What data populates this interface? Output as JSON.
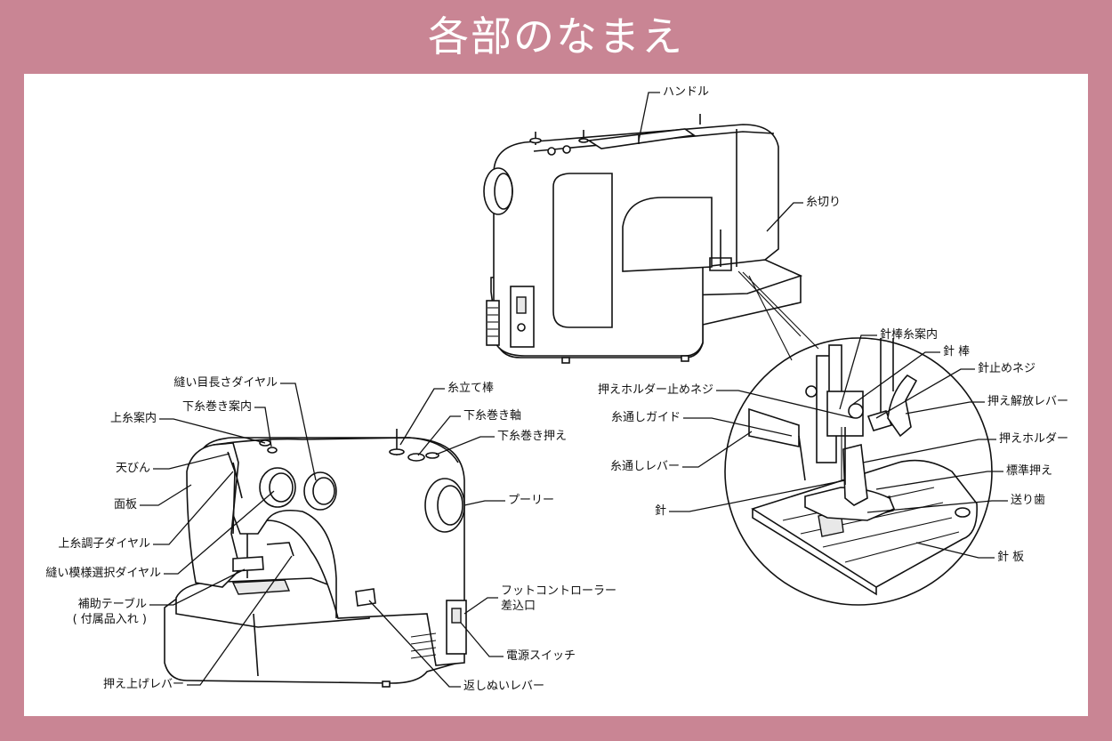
{
  "title": "各部のなまえ",
  "colors": {
    "frame": "#c98594",
    "panel": "#ffffff",
    "ink": "#111111"
  },
  "labels": {
    "handle": "ハンドル",
    "thread_cutter": "糸切り",
    "needle_bar_thread_guide": "針棒糸案内",
    "needle_bar": "針 棒",
    "needle_clamp_screw": "針止めネジ",
    "presser_holder_screw": "押えホルダー止めネジ",
    "presser_release_lever": "押え解放レバー",
    "threader_guide": "糸通しガイド",
    "presser_holder": "押えホルダー",
    "threader_lever": "糸通しレバー",
    "standard_foot": "標準押え",
    "needle": "針",
    "feed_dog": "送り歯",
    "needle_plate": "針 板",
    "stitch_length_dial": "縫い目長さダイヤル",
    "bobbin_winder_guide": "下糸巻き案内",
    "upper_thread_guide": "上糸案内",
    "thread_take_up": "天びん",
    "face_plate": "面板",
    "upper_tension_dial": "上糸調子ダイヤル",
    "pattern_selector_dial": "縫い模様選択ダイヤル",
    "extension_table_line1": "補助テーブル",
    "extension_table_line2": "( 付属品入れ )",
    "presser_lift_lever": "押え上げレバー",
    "spool_pin": "糸立て棒",
    "bobbin_winder_shaft": "下糸巻き軸",
    "bobbin_winder_stopper": "下糸巻き押え",
    "pulley": "プーリー",
    "foot_controller_jack_line1": "フットコントローラー",
    "foot_controller_jack_line2": "差込口",
    "power_switch": "電源スイッチ",
    "reverse_lever": "返しぬいレバー"
  }
}
